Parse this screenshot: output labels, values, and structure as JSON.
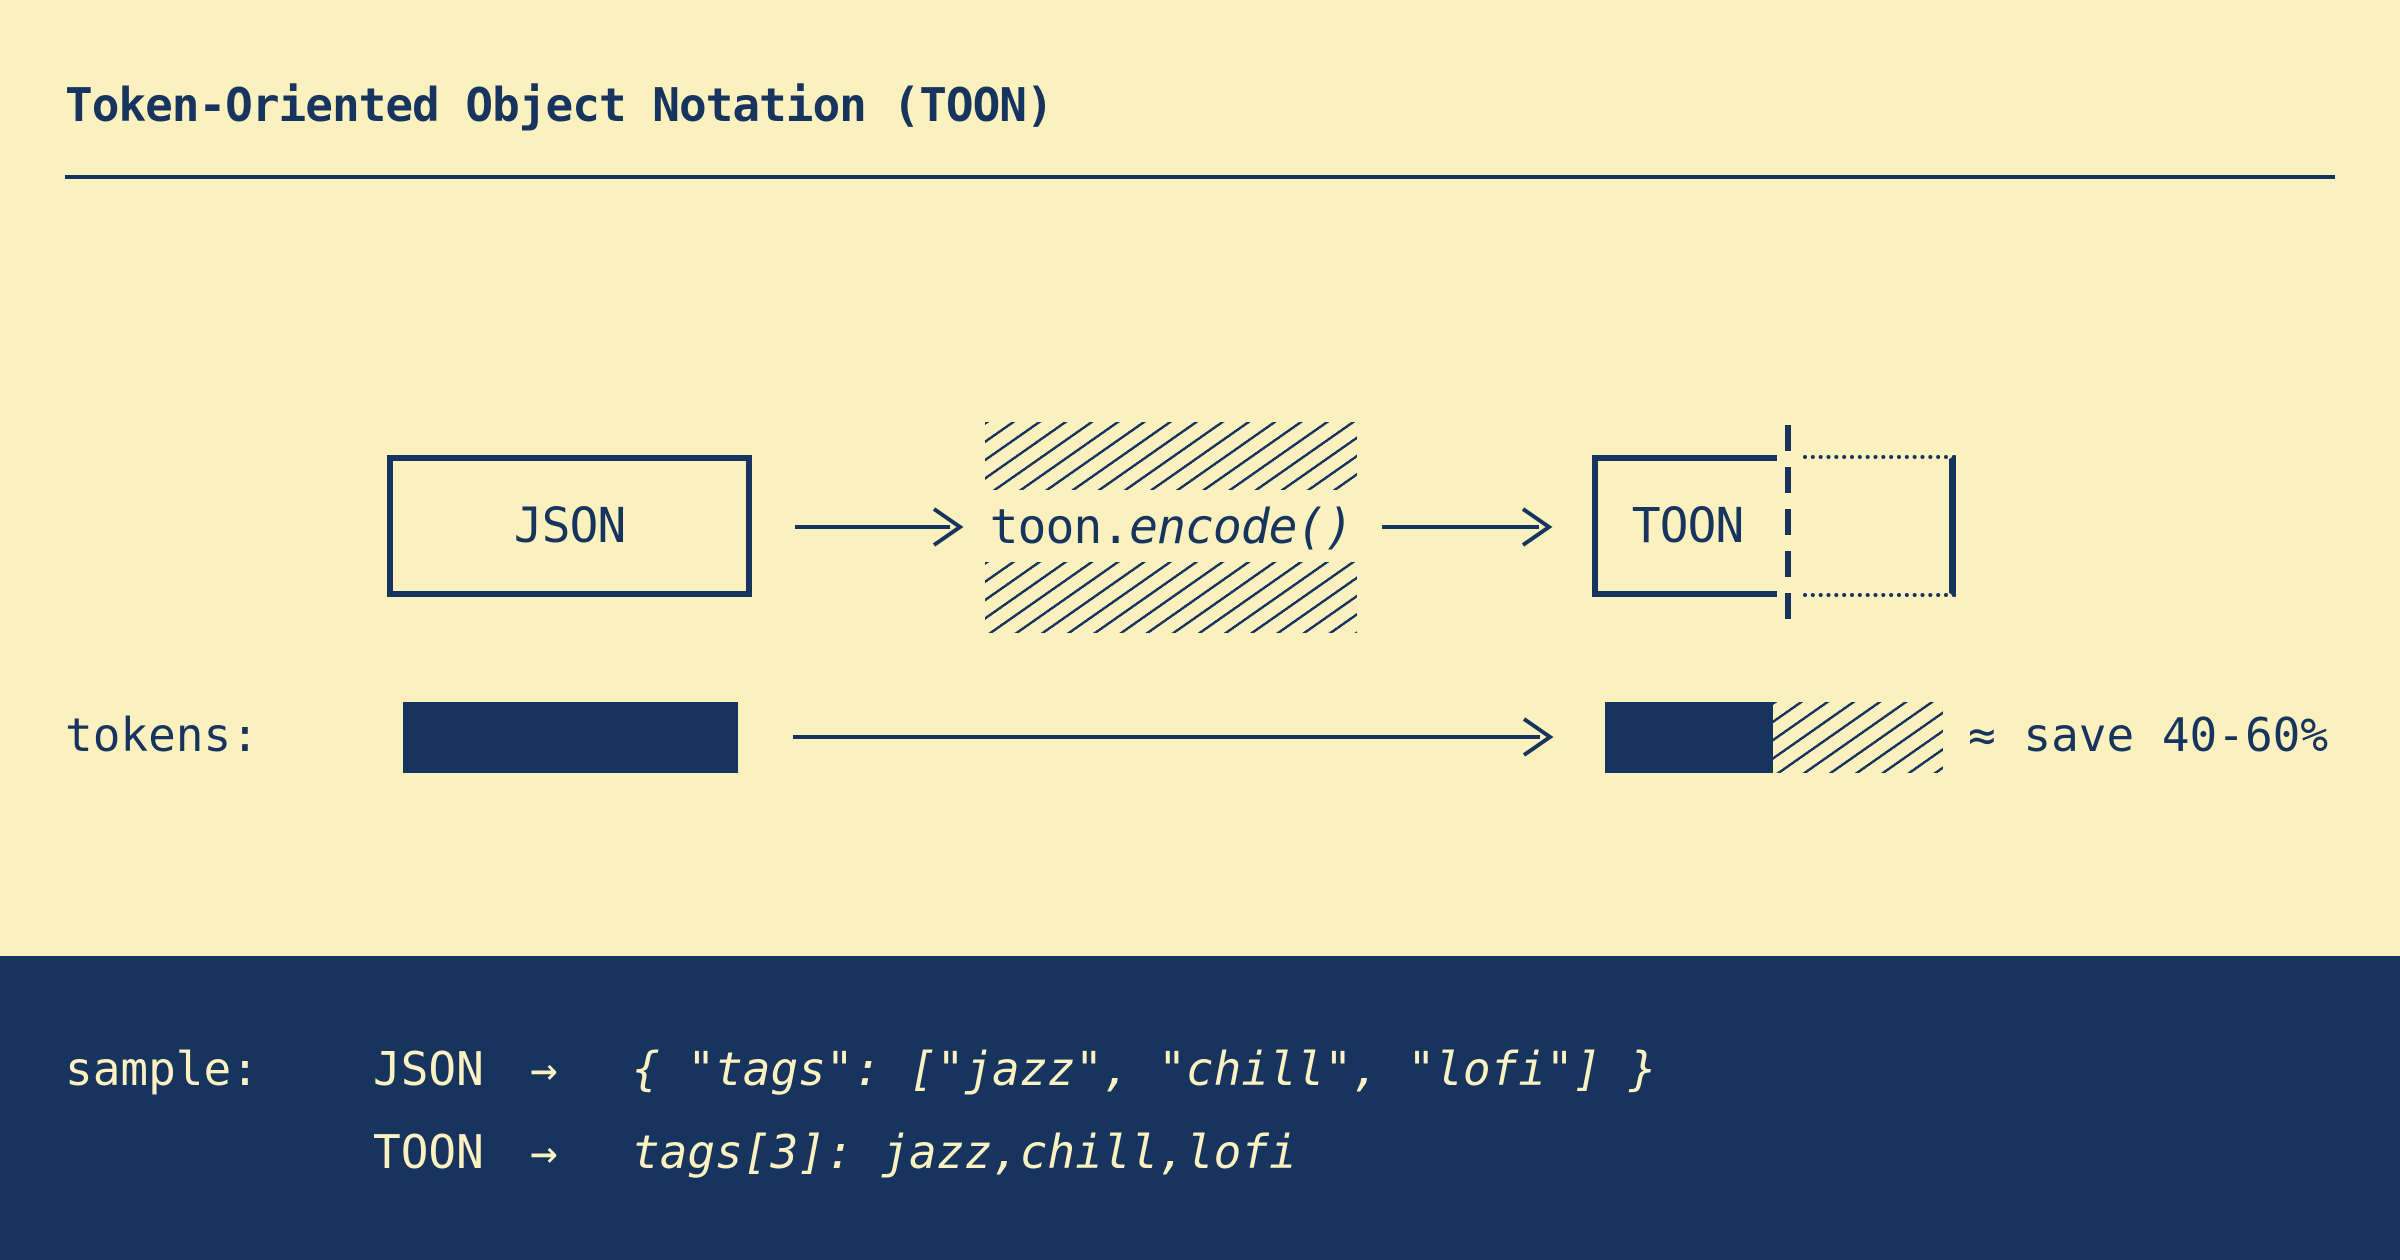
{
  "colors": {
    "background": "#FBF1BF",
    "ink": "#16345E",
    "panel_text": "#FBF1C1"
  },
  "header": {
    "title": "Token-Oriented Object Notation (TOON)"
  },
  "flow": {
    "input_label": "JSON",
    "encode_prefix": "toon.",
    "encode_call": "encode()",
    "output_label": "TOON"
  },
  "tokens": {
    "label": "tokens:",
    "savings_note": "≈ save 40-60%"
  },
  "sample": {
    "label": "sample:",
    "rows": [
      {
        "format": "JSON",
        "arrow": "→",
        "code": "{ \"tags\": [\"jazz\", \"chill\", \"lofi\"] }"
      },
      {
        "format": "TOON",
        "arrow": "→",
        "code": "tags[3]: jazz,chill,lofi"
      }
    ]
  }
}
